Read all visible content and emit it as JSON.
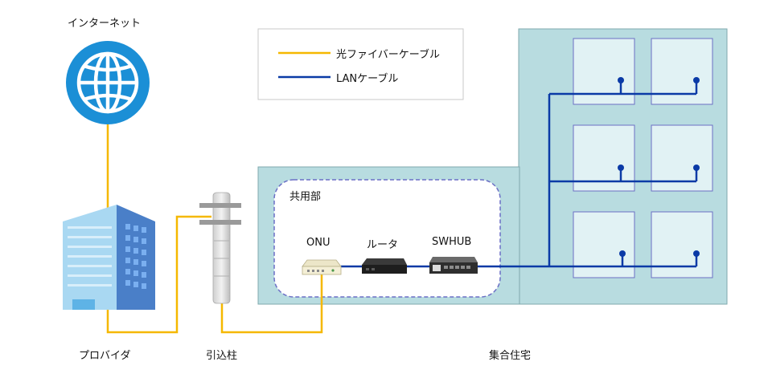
{
  "labels": {
    "internet": "インターネット",
    "provider": "プロバイダ",
    "pole": "引込柱",
    "apartment": "集合住宅",
    "common_area": "共用部",
    "onu": "ONU",
    "router": "ルータ",
    "swhub": "SWHUB"
  },
  "legend": {
    "fiber": "光ファイバーケーブル",
    "lan": "LANケーブル"
  },
  "colors": {
    "fiber": "#f5b800",
    "lan": "#0a3aa6",
    "building_bg": "#b8dce0",
    "room_fill": "#e1f2f4",
    "room_border": "#6b6fc5",
    "globe": "#1b8fd6"
  },
  "icons": [
    "globe-icon",
    "office-building-icon",
    "utility-pole-icon",
    "onu-device-icon",
    "router-device-icon",
    "switch-hub-device-icon"
  ]
}
